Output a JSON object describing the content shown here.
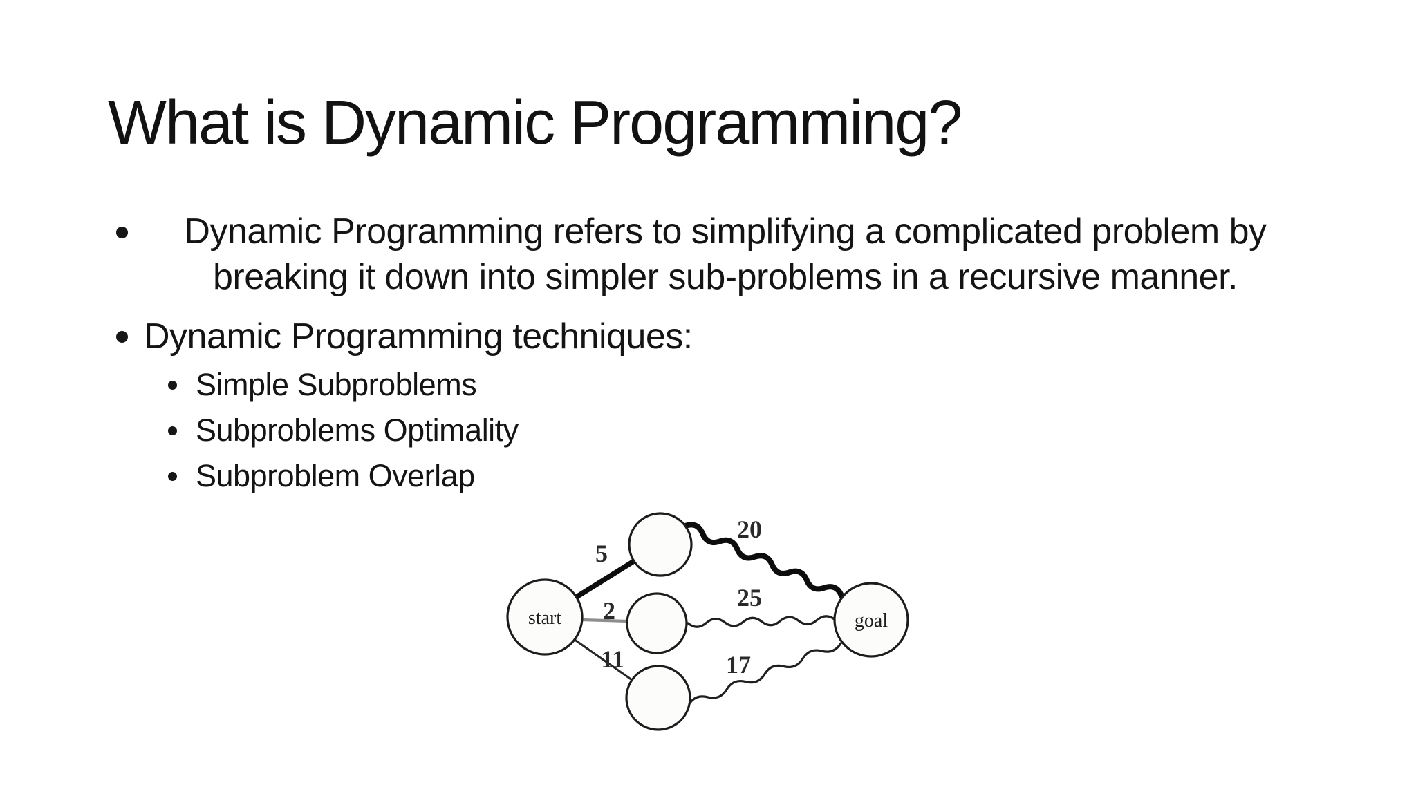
{
  "slide": {
    "title": "What is Dynamic Programming?",
    "bullet1": {
      "line1": "Dynamic Programming refers to simplifying a complicated problem by",
      "line2": "breaking it down into simpler sub-problems in a recursive manner."
    },
    "bullet2": "Dynamic Programming techniques:",
    "sub_bullets": [
      "Simple Subproblems",
      "Subproblems Optimality",
      "Subproblem Overlap"
    ]
  },
  "diagram": {
    "node_labels": {
      "start": "start",
      "goal": "goal"
    },
    "edge_weights": {
      "start_to_top": "5",
      "start_to_middle": "2",
      "start_to_bottom": "11",
      "top_to_goal": "20",
      "middle_to_goal": "25",
      "bottom_to_goal": "17"
    },
    "colors": {
      "ink": "#141414",
      "light_edge": "#8d8d8d",
      "background": "#ffffff"
    }
  }
}
